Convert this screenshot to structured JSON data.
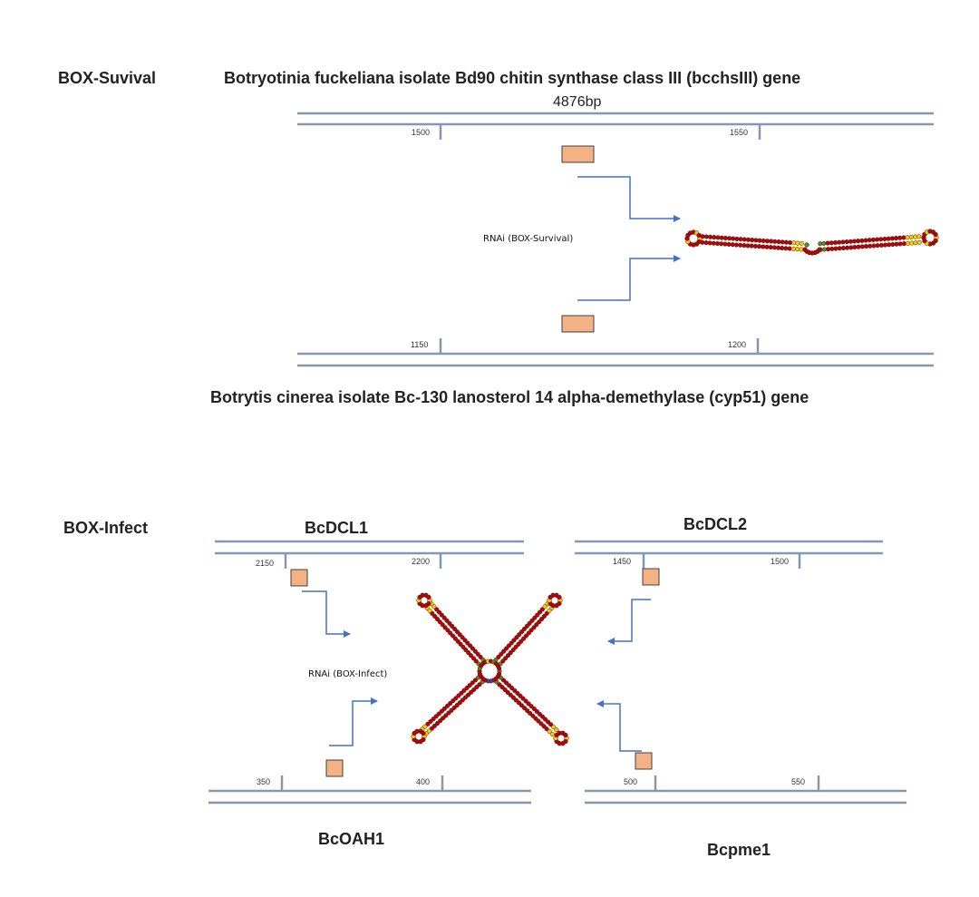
{
  "colors": {
    "track": "#8499b1",
    "arrow": "#4472c4",
    "box_fill": "#f4b183",
    "box_stroke": "#404040",
    "hairpin": "#a50d0d",
    "hairpin_dark": "#7a0000",
    "highlight_yellow": "#e8d40c",
    "highlight_green": "#3a9a2a",
    "highlight_blue": "#2e4fa8"
  },
  "survival": {
    "section_label": "BOX-Suvival",
    "top_gene": "Botryotinia fuckeliana isolate Bd90 chitin synthase class III (bcchsIII) gene",
    "length": "4876bp",
    "top_ticks": [
      "1500",
      "1550"
    ],
    "bottom_ticks": [
      "1150",
      "1200"
    ],
    "rnai_label": "RNAi (BOX-Survival)",
    "bottom_gene": "Botrytis cinerea isolate Bc-130 lanosterol 14 alpha-demethylase (cyp51) gene"
  },
  "infect": {
    "section_label": "BOX-Infect",
    "genes": {
      "top_left": {
        "name": "BcDCL1",
        "ticks": [
          "2150",
          "2200"
        ]
      },
      "top_right": {
        "name": "BcDCL2",
        "ticks": [
          "1450",
          "1500"
        ]
      },
      "bottom_left": {
        "name": "BcOAH1",
        "ticks": [
          "350",
          "400"
        ]
      },
      "bottom_right": {
        "name": "Bcpme1",
        "ticks": [
          "500",
          "550"
        ]
      }
    },
    "rnai_label": "RNAi (BOX-Infect)"
  }
}
